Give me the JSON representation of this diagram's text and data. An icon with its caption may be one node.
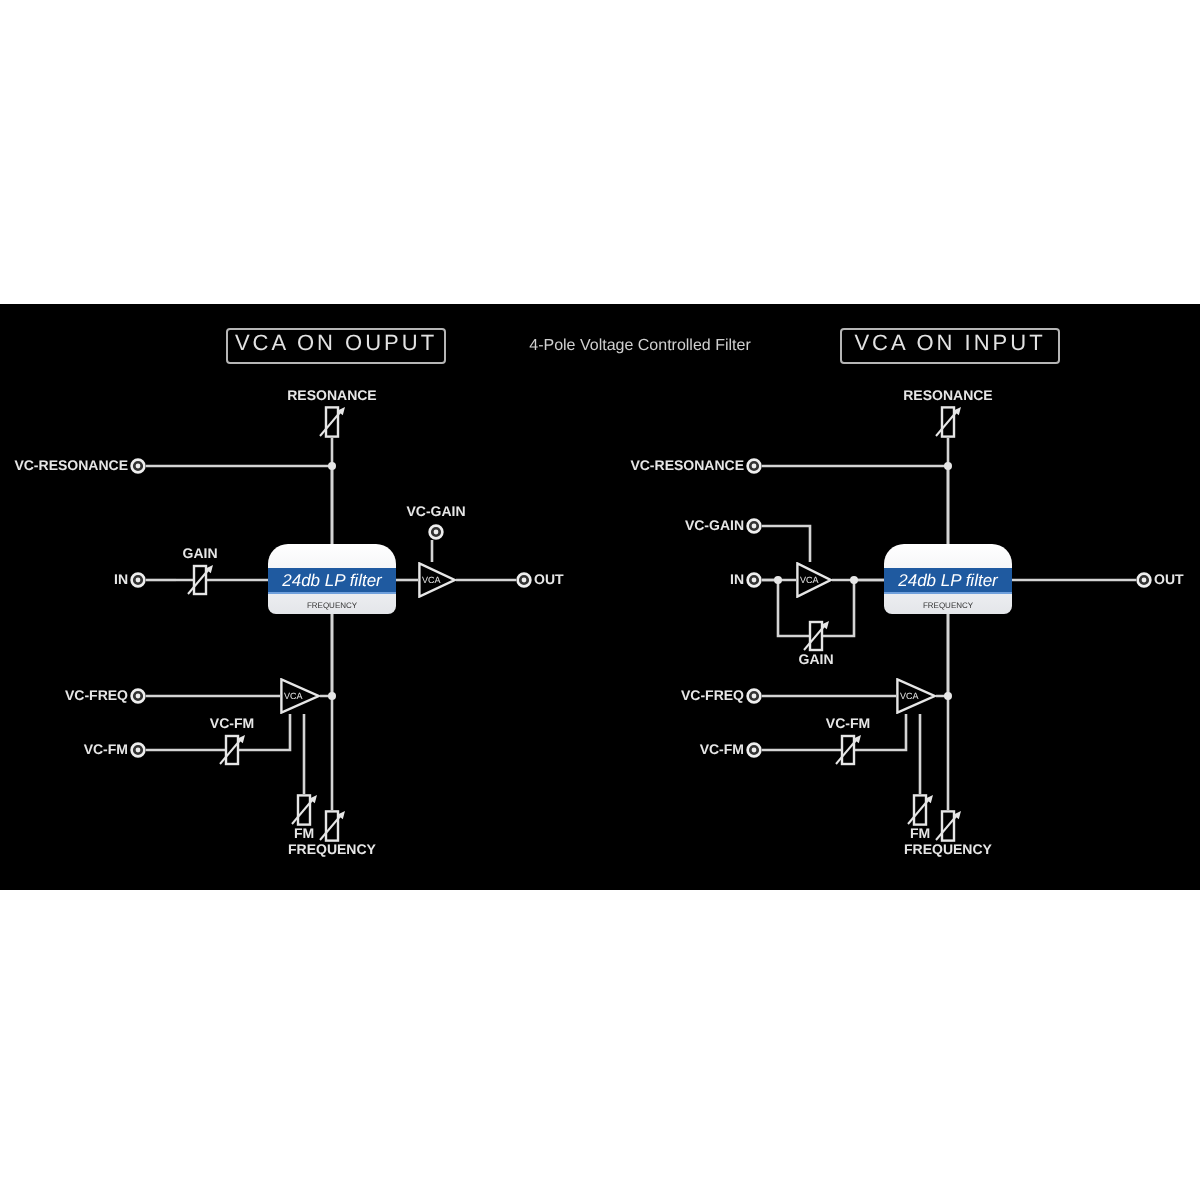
{
  "diagram": {
    "title": "4-Pole Voltage Controlled Filter",
    "nodes": [
      {
        "text": [
          "VCA ON OUPUT"
        ]
      },
      {
        "text": [
          "RESONANCE"
        ]
      },
      {
        "text": [
          "VC-RESONANCE"
        ]
      },
      {
        "text": [
          "24db LP filter",
          "FREQUENCY"
        ]
      },
      {
        "text": [
          "VC-GAIN"
        ]
      },
      {
        "text": [
          "IN"
        ]
      },
      {
        "text": [
          "GAIN"
        ]
      },
      {
        "text": [
          "VCA"
        ]
      },
      {
        "text": [
          "OUT"
        ]
      },
      {
        "text": [
          "VC-FREQ"
        ]
      },
      {
        "text": [
          "VCA"
        ]
      },
      {
        "text": [
          "VC-FM"
        ]
      },
      {
        "text": [
          "VC-FM"
        ]
      },
      {
        "text": [
          "FM"
        ]
      },
      {
        "text": [
          "FREQUENCY"
        ]
      },
      {
        "text": [
          "VCA ON INPUT"
        ]
      },
      {
        "text": [
          "RESONANCE"
        ]
      },
      {
        "text": [
          "VC-RESONANCE"
        ]
      },
      {
        "text": [
          "VC-GAIN"
        ]
      },
      {
        "text": [
          "IN"
        ]
      },
      {
        "text": [
          "VCA"
        ]
      },
      {
        "text": [
          "24db LP filter",
          "FREQUENCY"
        ]
      },
      {
        "text": [
          "OUT"
        ]
      },
      {
        "text": [
          "GAIN"
        ]
      },
      {
        "text": [
          "VC-FREQ"
        ]
      },
      {
        "text": [
          "VCA"
        ]
      },
      {
        "text": [
          "VC-FM"
        ]
      },
      {
        "text": [
          "VC-FM"
        ]
      },
      {
        "text": [
          "FM"
        ]
      },
      {
        "text": [
          "FREQUENCY"
        ]
      }
    ],
    "edges": [
      {
        "from": 1,
        "to": 3,
        "arrow": "none"
      },
      {
        "from": 2,
        "to": 3,
        "arrow": "none"
      },
      {
        "from": 5,
        "to": 6,
        "arrow": "none"
      },
      {
        "from": 6,
        "to": 3,
        "arrow": "none"
      },
      {
        "from": 3,
        "to": 7,
        "arrow": "none"
      },
      {
        "from": 4,
        "to": 7,
        "arrow": "none"
      },
      {
        "from": 7,
        "to": 8,
        "arrow": "none"
      },
      {
        "from": 9,
        "to": 10,
        "arrow": "none"
      },
      {
        "from": 11,
        "to": 12,
        "arrow": "none"
      },
      {
        "from": 12,
        "to": 10,
        "arrow": "none"
      },
      {
        "from": 13,
        "to": 10,
        "arrow": "none"
      },
      {
        "from": 10,
        "to": 3,
        "arrow": "none"
      },
      {
        "from": 14,
        "to": 3,
        "arrow": "none"
      },
      {
        "from": 16,
        "to": 21,
        "arrow": "none"
      },
      {
        "from": 17,
        "to": 21,
        "arrow": "none"
      },
      {
        "from": 18,
        "to": 20,
        "arrow": "none"
      },
      {
        "from": 19,
        "to": 20,
        "arrow": "none"
      },
      {
        "from": 20,
        "to": 21,
        "arrow": "none"
      },
      {
        "from": 19,
        "to": 23,
        "arrow": "none"
      },
      {
        "from": 23,
        "to": 21,
        "arrow": "none"
      },
      {
        "from": 21,
        "to": 22,
        "arrow": "none"
      },
      {
        "from": 24,
        "to": 25,
        "arrow": "none"
      },
      {
        "from": 26,
        "to": 27,
        "arrow": "none"
      },
      {
        "from": 27,
        "to": 25,
        "arrow": "none"
      },
      {
        "from": 28,
        "to": 25,
        "arrow": "none"
      },
      {
        "from": 25,
        "to": 21,
        "arrow": "none"
      },
      {
        "from": 29,
        "to": 21,
        "arrow": "none"
      }
    ]
  }
}
